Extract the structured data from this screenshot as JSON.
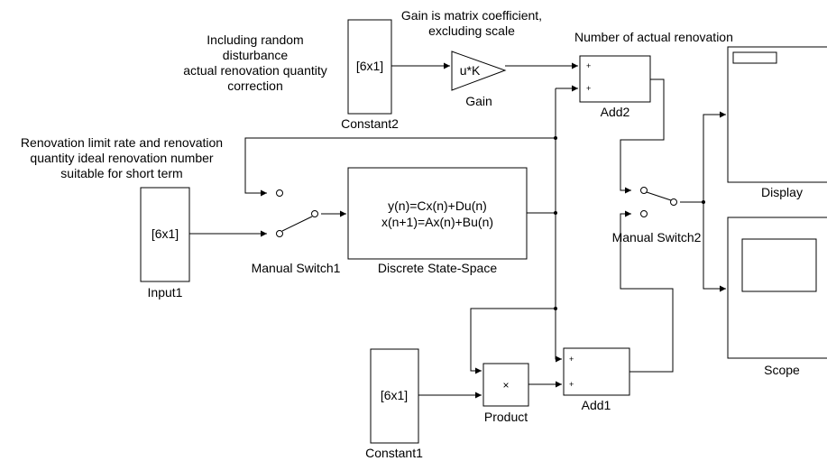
{
  "annotations": {
    "random_disturbance": [
      "Including random",
      "disturbance",
      "actual renovation quantity",
      "correction"
    ],
    "gain_note": [
      "Gain is matrix coefficient,",
      "excluding scale"
    ],
    "actual_renovation": "Number of actual renovation",
    "renovation_limit": [
      "Renovation limit rate and renovation",
      "quantity ideal renovation number",
      "suitable for short term"
    ]
  },
  "blocks": {
    "constant2": {
      "value": "[6x1]",
      "name": "Constant2"
    },
    "gain": {
      "value": "u*K",
      "name": "Gain"
    },
    "add2": {
      "name": "Add2"
    },
    "input1": {
      "value": "[6x1]",
      "name": "Input1"
    },
    "manual_switch1": {
      "name": "Manual Switch1"
    },
    "state_space": {
      "line1": "y(n)=Cx(n)+Du(n)",
      "line2": "x(n+1)=Ax(n)+Bu(n)",
      "name": "Discrete State-Space"
    },
    "manual_switch2": {
      "name": "Manual Switch2"
    },
    "display": {
      "name": "Display"
    },
    "scope": {
      "name": "Scope"
    },
    "constant1": {
      "value": "[6x1]",
      "name": "Constant1"
    },
    "product": {
      "symbol": "×",
      "name": "Product"
    },
    "add1": {
      "name": "Add1"
    }
  },
  "port_signs": {
    "plus": "+"
  },
  "colors": {
    "line": "#000000",
    "block_fill": "#ffffff"
  }
}
